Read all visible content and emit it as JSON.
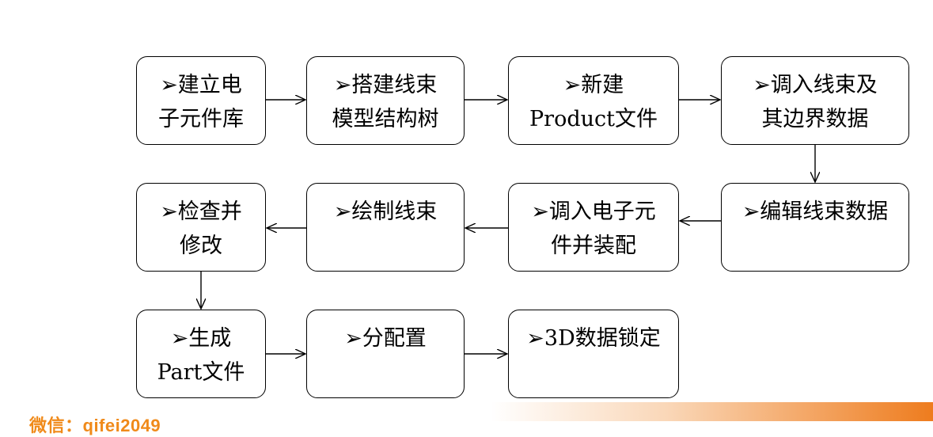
{
  "nodes": [
    {
      "id": "n1",
      "label": "➢建立电子元件库"
    },
    {
      "id": "n2",
      "label": "➢搭建线束模型结构树"
    },
    {
      "id": "n3",
      "label": "➢新建Product文件"
    },
    {
      "id": "n4",
      "label": "➢调入线束及其边界数据"
    },
    {
      "id": "n5",
      "label": "➢检查并修改"
    },
    {
      "id": "n6",
      "label": "➢绘制线束"
    },
    {
      "id": "n7",
      "label": "➢调入电子元件并装配"
    },
    {
      "id": "n8",
      "label": "➢编辑线束数据"
    },
    {
      "id": "n9",
      "label": "➢生成Part文件"
    },
    {
      "id": "n10",
      "label": "➢分配置"
    },
    {
      "id": "n11",
      "label": "➢3D数据锁定"
    }
  ],
  "edges": [
    [
      "n1",
      "n2"
    ],
    [
      "n2",
      "n3"
    ],
    [
      "n3",
      "n4"
    ],
    [
      "n4",
      "n8"
    ],
    [
      "n8",
      "n7"
    ],
    [
      "n7",
      "n6"
    ],
    [
      "n6",
      "n5"
    ],
    [
      "n5",
      "n9"
    ],
    [
      "n9",
      "n10"
    ],
    [
      "n10",
      "n11"
    ]
  ],
  "footer": {
    "watermark": "微信：qifei2049",
    "accent_color": "#ee7c1e"
  }
}
